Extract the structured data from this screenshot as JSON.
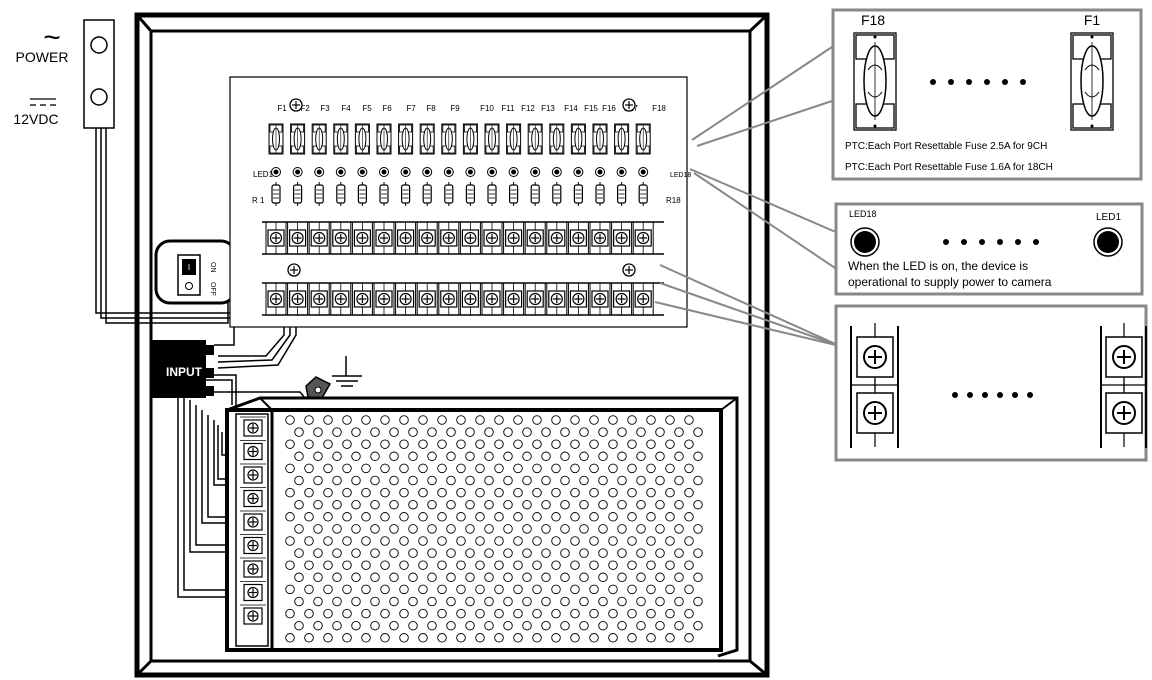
{
  "power_panel": {
    "ac_symbol": "~",
    "power_label": "POWER",
    "dc_label": "12VDC"
  },
  "board": {
    "fuse_labels": [
      "F1",
      "F2",
      "F3",
      "F4",
      "F5",
      "F6",
      "F7",
      "F8",
      "F9",
      "F10",
      "F11",
      "F12",
      "F13",
      "F14",
      "F15",
      "F16",
      "F17",
      "F18"
    ],
    "led_first": "LED1",
    "led_last": "LED18",
    "resistor_first": "R 1",
    "resistor_last": "R18",
    "channel_count": 18
  },
  "switch": {
    "on_label": "ON",
    "off_label": "OFF"
  },
  "input_label": "INPUT",
  "callout_fuse": {
    "left_label": "F18",
    "right_label": "F1",
    "note_9ch": "PTC:Each Port Resettable Fuse 2.5A for 9CH",
    "note_18ch": "PTC:Each Port Resettable Fuse 1.6A for 18CH"
  },
  "callout_led": {
    "left_label": "LED18",
    "right_label": "LED1",
    "desc_line1": "When the LED is on, the device is",
    "desc_line2": "operational to supply power to camera"
  },
  "psu": {
    "terminal_count": 9
  },
  "colors": {
    "stroke": "#000000",
    "callout_border": "#888888",
    "background": "#ffffff"
  }
}
